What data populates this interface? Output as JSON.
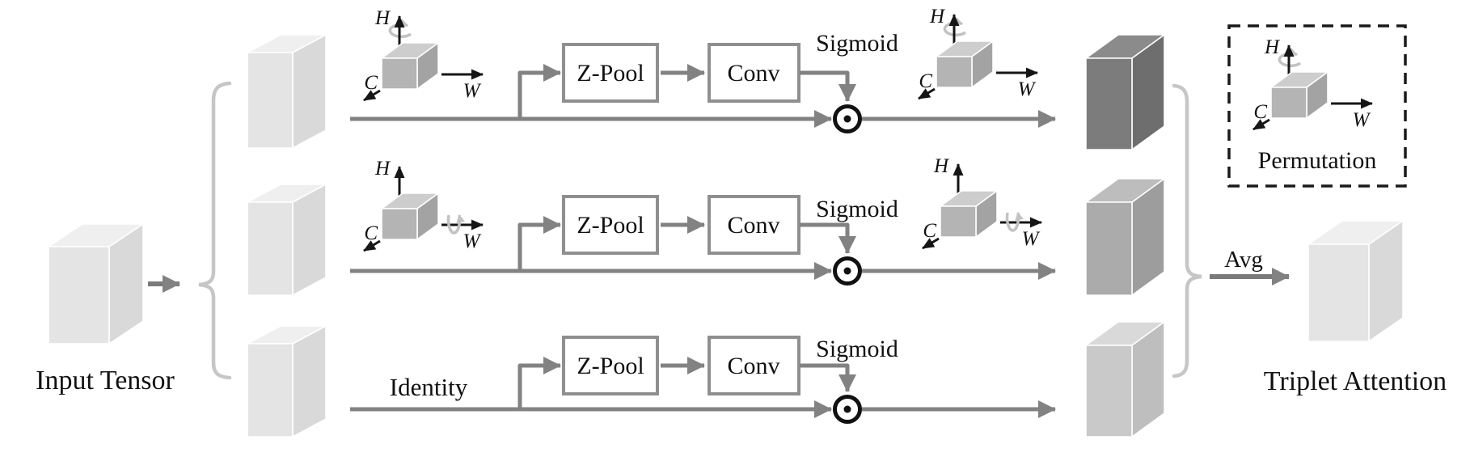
{
  "figure_labels": {
    "input": "Input Tensor",
    "output": "Triplet Attention",
    "identity": "Identity",
    "avg": "Avg",
    "permutation": "Permutation"
  },
  "axes": {
    "height": "H",
    "channel": "C",
    "width": "W"
  },
  "branches": [
    {
      "zpool": "Z-Pool",
      "conv": "Conv",
      "sigmoid": "Sigmoid"
    },
    {
      "zpool": "Z-Pool",
      "conv": "Conv",
      "sigmoid": "Sigmoid"
    },
    {
      "zpool": "Z-Pool",
      "conv": "Conv",
      "sigmoid": "Sigmoid"
    }
  ],
  "operator": {
    "multiply_glyph": "⊙"
  },
  "colors": {
    "wire_gray": "#828282",
    "box_border_gray": "#8f8f8f",
    "brace_gray": "#c6c6c6",
    "text_black": "#111111",
    "input_cuboid_gray": "#e4e4e4",
    "output_cuboid_dark": "#7c7c7c",
    "output_cuboid_medium": "#ababab",
    "output_cuboid_light": "#c9c9c9",
    "axis_cube_gray": "#b4b4b4",
    "rotation_arrow_gray": "#c2c2c2"
  }
}
